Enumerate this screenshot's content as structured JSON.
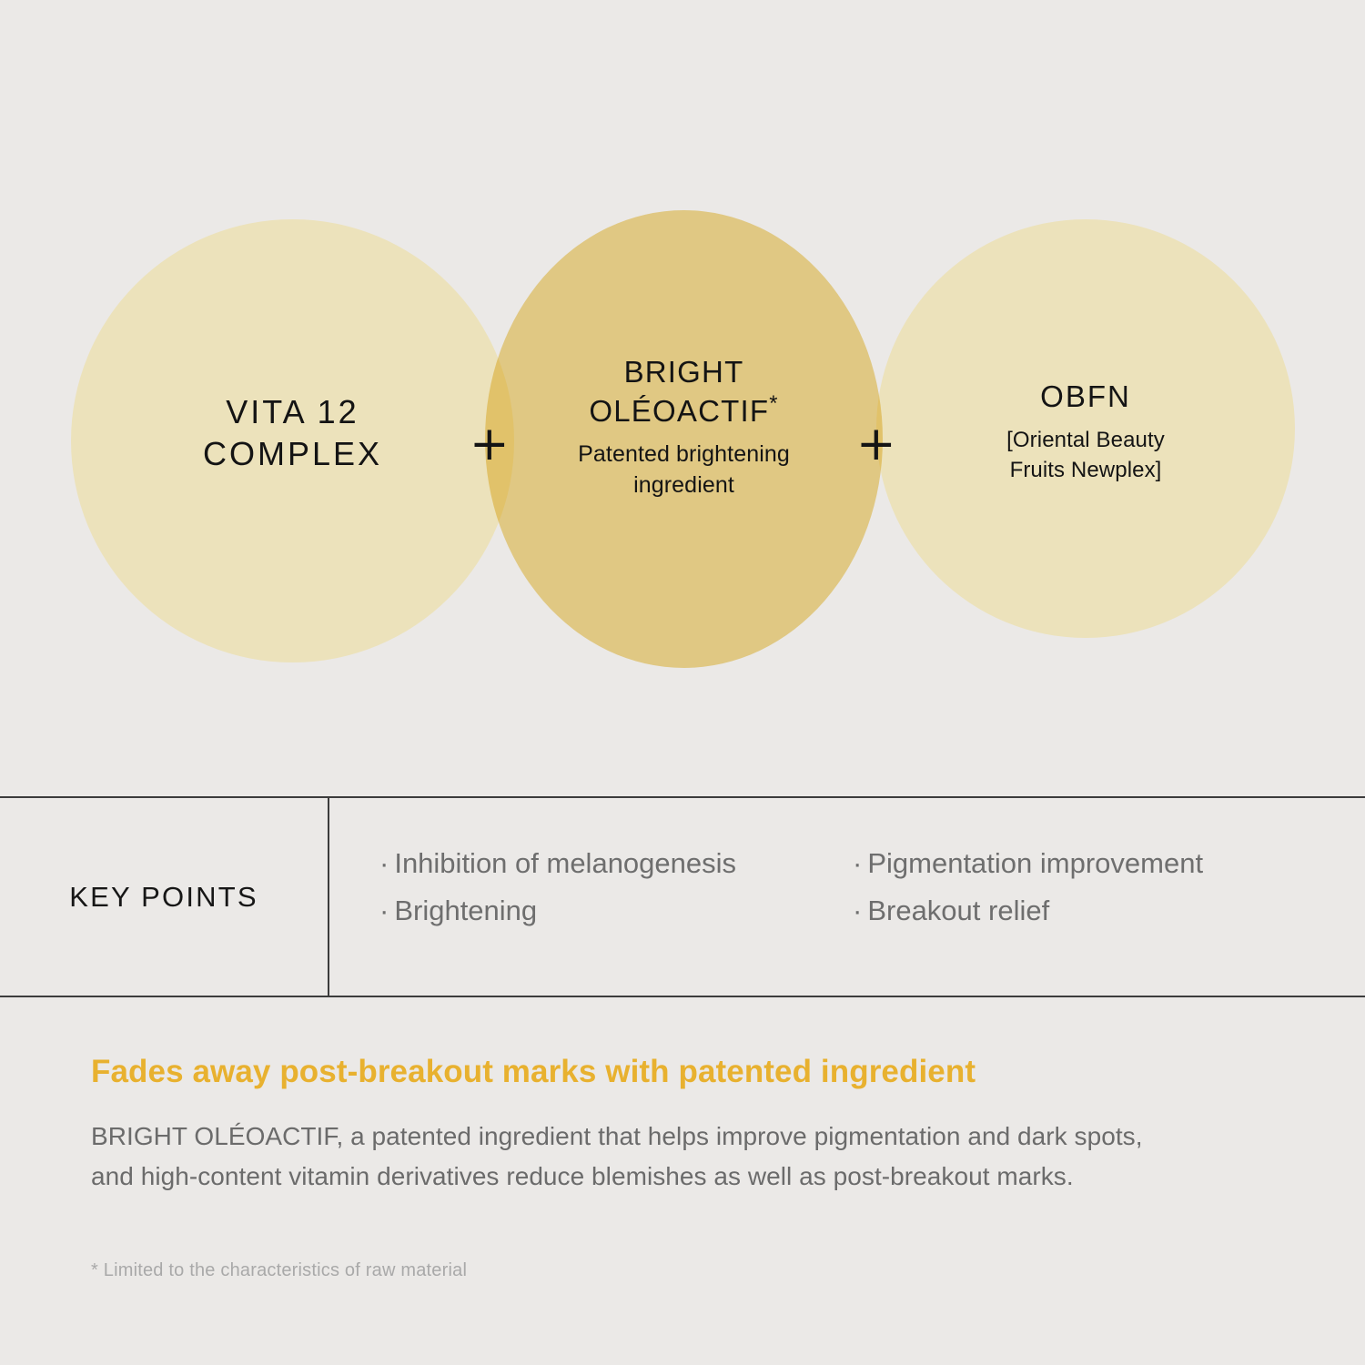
{
  "colors": {
    "background": "#ebe9e7",
    "circle_outer": "#ece2bb",
    "circle_middle": "#f2d888",
    "circle_overlap": "#f3d778",
    "headline_accent": "#e8b12f",
    "rule": "#3c3c3c",
    "body_text": "#6b6b6b",
    "heading_text": "#141414",
    "footnote_text": "#a9a9a9"
  },
  "diagram": {
    "type": "venn-three-overlapping-circles",
    "operator_symbol": "+",
    "circles": [
      {
        "id": "vita-12-complex",
        "title_line_1": "VITA 12",
        "title_line_2": "COMPLEX",
        "subtitle": ""
      },
      {
        "id": "bright-oleoactif",
        "title_line_1": "BRIGHT",
        "title_line_2": "OLÉOACTIF",
        "title_superscript": "*",
        "subtitle_line_1": "Patented brightening",
        "subtitle_line_2": "ingredient"
      },
      {
        "id": "obfn",
        "title_line_1": "OBFN",
        "subtitle_line_1": "[Oriental Beauty",
        "subtitle_line_2": "Fruits Newplex]"
      }
    ]
  },
  "key_points": {
    "title": "KEY POINTS",
    "bullet_symbol": "·",
    "column_1": [
      "Inhibition of melanogenesis",
      "Brightening"
    ],
    "column_2": [
      "Pigmentation improvement",
      "Breakout relief"
    ]
  },
  "bottom": {
    "headline": "Fades away post-breakout marks with patented ingredient",
    "body_line_1": "BRIGHT OLÉOACTIF, a patented ingredient that helps improve pigmentation and dark spots,",
    "body_line_2": "and high-content vitamin derivatives reduce blemishes as well as post-breakout marks.",
    "footnote": "* Limited to the characteristics of raw material"
  }
}
